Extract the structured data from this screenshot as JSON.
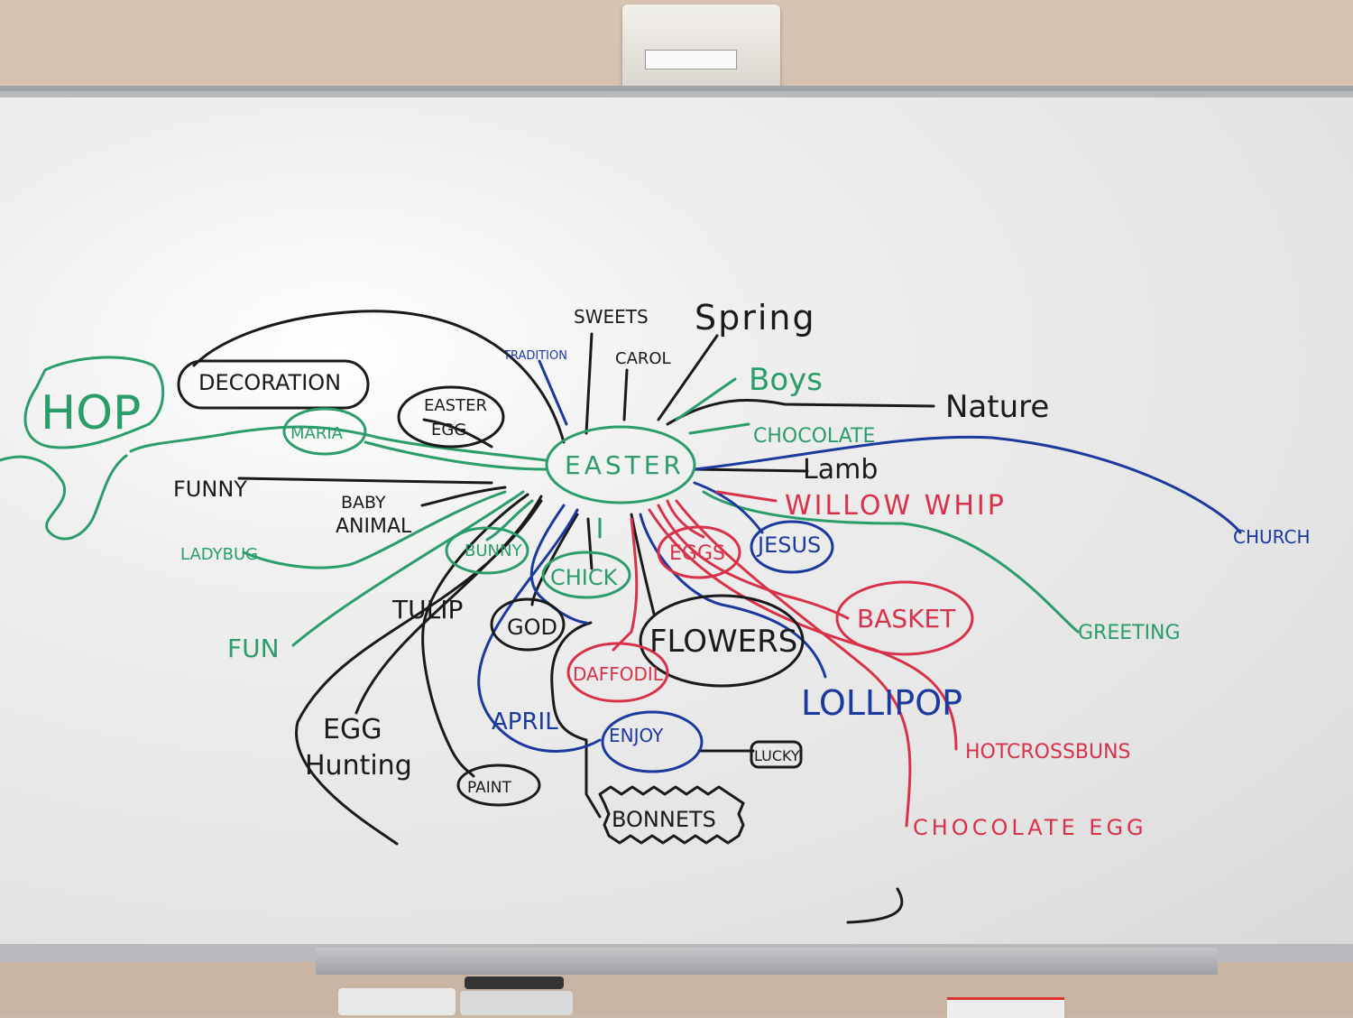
{
  "center": "EASTER",
  "nodes": {
    "hop": "HOP",
    "decoration": "DECORATION",
    "maria": "MARIA",
    "easter_egg_1": "EASTER",
    "easter_egg_2": "EGG",
    "funny": "FUNNY",
    "baby_animal_1": "BABY",
    "baby_animal_2": "ANIMAL",
    "ladybug": "LADYBUG",
    "fun": "FUN",
    "bunny": "BUNNY",
    "tulip": "TULIP",
    "god": "GOD",
    "egg_hunting_1": "EGG",
    "egg_hunting_2": "Hunting",
    "paint": "PAINT",
    "april": "APRIL",
    "chick": "CHICK",
    "daffodil": "DAFFODIL",
    "enjoy": "ENJOY",
    "lucky": "LUCKY",
    "bonnets": "BONNETS",
    "flowers": "FLOWERS",
    "eggs": "EGGS",
    "jesus": "JESUS",
    "lollipop": "LOLLIPOP",
    "basket": "BASKET",
    "hot_cross_buns": "HOTCROSSBUNS",
    "chocolate_egg": "CHOCOLATE EGG",
    "greeting": "GREETING",
    "church": "CHURCH",
    "willow_whip": "WILLOW WHIP",
    "lamb": "Lamb",
    "chocolate": "CHOCOLATE",
    "nature": "Nature",
    "boys": "Boys",
    "spring": "Spring",
    "carol": "CAROL",
    "sweets": "SWEETS",
    "tradition": "TRADITION"
  },
  "colors": {
    "black": "#1a1a1a",
    "green": "#2a9d6a",
    "blue": "#1c3a9e",
    "red": "#d8324a"
  }
}
